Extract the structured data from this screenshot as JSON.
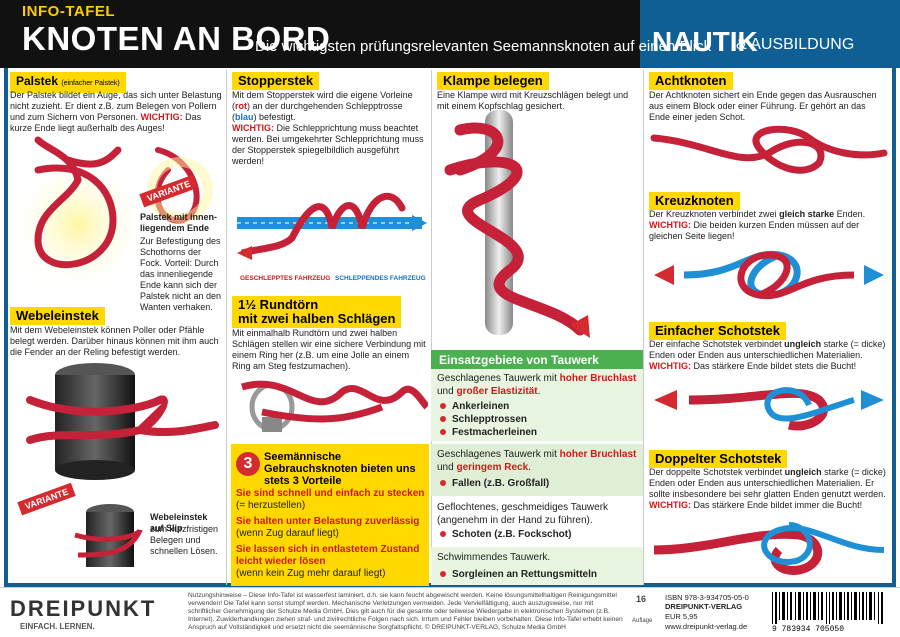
{
  "header": {
    "info_label": "INFO-TAFEL",
    "title": "KNOTEN AN BORD",
    "subtitle": "Die wichtigsten prüfungsrelevanten Seemannsknoten auf einen Blick",
    "brand_big": "NAUTIK",
    "brand_small": "& AUSBILDUNG"
  },
  "palstek": {
    "title": "Palstek",
    "note": "(einfacher Palstek)",
    "text": "Der Palstek bildet ein Auge, das sich unter Belastung nicht zuzieht. Er dient z.B. zum Belegen von Pollern und zum Sichern von Personen.",
    "warn_label": "WICHTIG:",
    "warn_text": "Das kurze Ende liegt außerhalb des Auges!",
    "variant": "VARIANTE",
    "variant_title": "Palstek mit innen-liegendem Ende",
    "variant_text": "Zur Befestigung des Schothorns der Fock. Vorteil: Durch das innenliegende Ende kann sich der Palstek nicht an den Wanten verhaken."
  },
  "stopperstek": {
    "title": "Stopperstek",
    "text_a": "Mit dem Stopperstek wird die eigene Vorleine (",
    "red_word": "rot",
    "text_b": ") an der durchgehenden Schlepptrosse (",
    "blue_word": "blau",
    "text_c": ") befestigt.",
    "warn_label": "WICHTIG:",
    "warn_text": "Die Schlepprichtung muss beachtet werden. Bei umgekehrter Schlepprichtung muss der Stopperstek spiegelbildlich ausgeführt werden!",
    "label_left": "GESCHLEPPTES FAHRZEUG",
    "label_right": "SCHLEPPENDES FAHRZEUG"
  },
  "klampe": {
    "title": "Klampe belegen",
    "text": "Eine Klampe wird mit Kreuzschlägen belegt und mit einem Kopfschlag gesichert."
  },
  "achtknoten": {
    "title": "Achtknoten",
    "text": "Der Achtknoten sichert ein Ende gegen das Ausrauschen aus einem Block oder einer Führung. Er gehört an das Ende einer jeden Schot."
  },
  "kreuzknoten": {
    "title": "Kreuzknoten",
    "text_a": "Der Kreuzknoten verbindet zwei",
    "bold_word": "gleich starke",
    "text_b": "Enden.",
    "warn_label": "WICHTIG:",
    "warn_text": "Die beiden kurzen Enden müssen auf der gleichen Seite liegen!"
  },
  "webeleinstek": {
    "title": "Webeleinstek",
    "text": "Mit dem Webeleinstek können Poller oder Pfähle belegt werden. Darüber hinaus können mit ihm auch die Fender an der Reling befestigt werden.",
    "variant": "VARIANTE",
    "variant_title": "Webeleinstek auf Slip",
    "variant_text": "zum kurzfristigen Belegen und schnellen Lösen."
  },
  "rundtoern": {
    "title_line1": "1½ Rundtörn",
    "title_line2": "mit zwei halben Schlägen",
    "text": "Mit einmalhalb Rundtörn und zwei halben Schlägen stellen wir eine sichere Verbindung mit einem Ring her (z.B. um eine Jolle an einem Ring am Steg festzumachen)."
  },
  "vorteile": {
    "number": "3",
    "title": "Seemännische Gebrauchsknoten bieten uns stets 3 Vorteile",
    "items": [
      {
        "bold": "Sie sind schnell und einfach zu stecken",
        "note": "(= herzustellen)"
      },
      {
        "bold": "Sie halten unter Belastung zuverlässig",
        "note": "(wenn Zug darauf liegt)"
      },
      {
        "bold": "Sie lassen sich in entlastetem Zustand leicht wieder lösen",
        "note": "(wenn kein Zug mehr darauf liegt)"
      }
    ]
  },
  "tauwerk": {
    "title": "Einsatzgebiete von Tauwerk",
    "block1_a": "Geschlagenes Tauwerk mit",
    "block1_red1": "hoher Bruchlast",
    "block1_b": "und",
    "block1_red2": "großer Elastizität",
    "block1_items": [
      "Ankerleinen",
      "Schlepptrossen",
      "Festmacherleinen"
    ],
    "block2_a": "Geschlagenes Tauwerk mit",
    "block2_red1": "hoher Bruchlast",
    "block2_b": "und",
    "block2_red2": "geringem Reck",
    "block2_items": [
      "Fallen (z.B. Großfall)"
    ],
    "block3_text": "Geflochtenes, geschmeidiges Tauwerk (angenehm in der Hand zu führen).",
    "block3_items": [
      "Schoten (z.B. Fockschot)"
    ],
    "block4_text": "Schwimmendes Tauwerk.",
    "block4_items": [
      "Sorgleinen an Rettungsmitteln"
    ]
  },
  "schotstek": {
    "title": "Einfacher Schotstek",
    "text_a": "Der einfache Schotstek verbindet",
    "bold_word": "ungleich",
    "text_b": "starke (= dicke) Enden oder Enden aus unterschiedlichen Materialien.",
    "warn_label": "WICHTIG:",
    "warn_text": "Das stärkere Ende bildet stets die Bucht!"
  },
  "doppelter": {
    "title": "Doppelter Schotstek",
    "text_a": "Der doppelte Schotstek verbindet",
    "bold_word": "ungleich",
    "text_b": "starke (= dicke) Enden oder Enden aus unterschiedlichen Materialien. Er sollte insbesondere bei sehr glatten Enden genutzt werden.",
    "warn_label": "WICHTIG:",
    "warn_text": "Das stärkere Ende bildet immer die Bucht!"
  },
  "footer": {
    "logo": "DREIPUNKT",
    "slogan": "EINFACH. LERNEN.",
    "legal": "Nutzungshinweise – Diese Info-Tafel ist wasserfest laminiert, d.h. sie kann feucht abgewischt werden. Keine lösungsmittelhaltigen Reinigungsmittel verwenden! Die Tafel kann sonst stumpf werden. Mechanische Verletzungen vermeiden. Jede Vervielfältigung, auch auszugsweise, nur mit schriftlicher Genehmigung der Schulze Media GmbH. Dies gilt auch für die gesamte oder teilweise Wiedergabe in elektronischen Systemen (z.B. Internet). Zuwiderhandlungen ziehen straf- und zivilrechtliche Folgen nach sich. Irrtum und Fehler bleiben vorbehalten. Diese Info-Tafel erhebt keinen Anspruch auf Vollständigkeit und ersetzt nicht die seemännische Sorgfaltspflicht. © DREIPUNKT-VERLAG, Schulze Media GmbH",
    "edition_num": "16",
    "edition_label": "Auflage",
    "isbn": "ISBN  978-3-934705-05-0",
    "publisher": "DREIPUNKT-VERLAG",
    "price": "EUR 5,95",
    "url": "www.dreipunkt-verlag.de",
    "barcode_num": "9 783934 705050"
  },
  "colors": {
    "header_dark": "#111111",
    "brand_blue": "#0f5f95",
    "accent_yellow": "#ffd800",
    "rope_red": "#c5223a",
    "rope_blue": "#1f8fd6",
    "green": "#4caf50"
  }
}
